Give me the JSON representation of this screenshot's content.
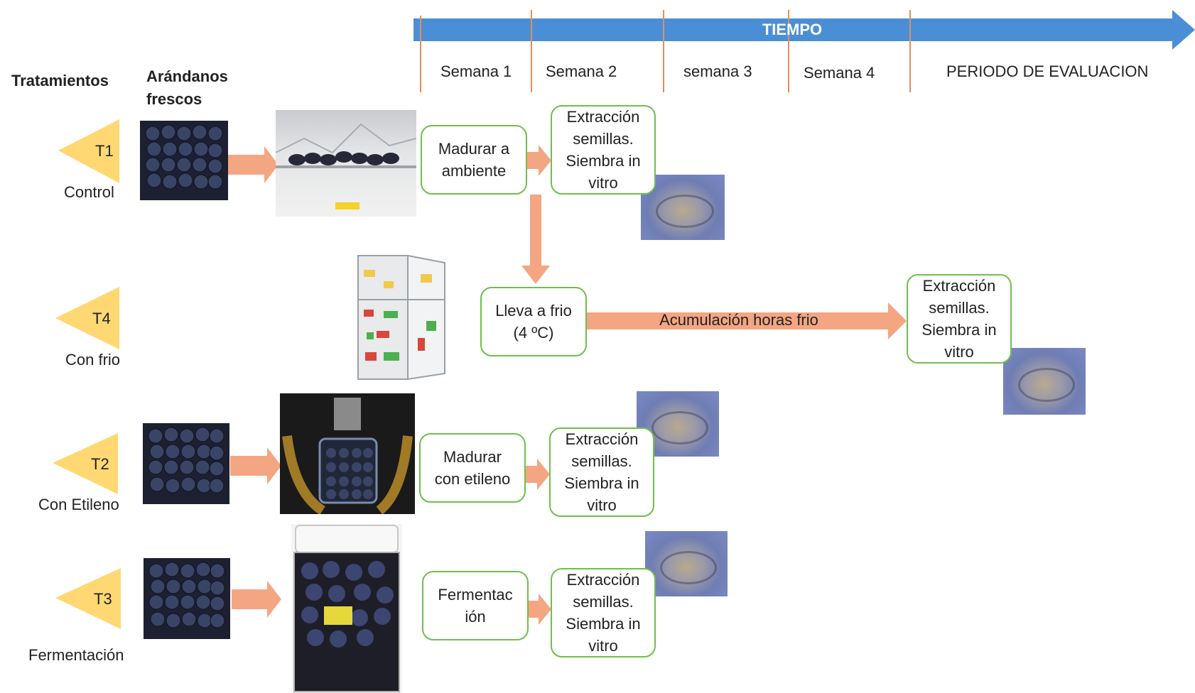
{
  "timeline": {
    "title": "TIEMPO",
    "weeks": [
      "Semana 1",
      "Semana 2",
      "semana 3",
      "Semana 4",
      "PERIODO DE EVALUACION"
    ]
  },
  "headers": {
    "treatments": "Tratamientos",
    "fresh_blueberries": "Arándanos\nfrescos"
  },
  "treatments": [
    {
      "code": "T1",
      "name": "Control"
    },
    {
      "code": "T4",
      "name": "Con frio"
    },
    {
      "code": "T2",
      "name": "Con Etileno"
    },
    {
      "code": "T3",
      "name": "Fermentación"
    }
  ],
  "process_boxes": {
    "t1_step": "Madurar a\nambiente",
    "t4_step": "Lleva a frio\n(4 ºC)",
    "t2_step": "Madurar\ncon etileno",
    "t3_step": "Fermentac\nión",
    "extraction": "Extracción\nsemillas.\nSiembra in\nvitro"
  },
  "arrow_labels": {
    "cold_accumulation": "Acumulación horas frio"
  },
  "colors": {
    "timeline_blue": "#4a8fd6",
    "triangle_fill": "#ffd873",
    "arrow_orange": "#f4a582",
    "box_border": "#6fbf4a",
    "tick_orange": "#e0905a"
  }
}
